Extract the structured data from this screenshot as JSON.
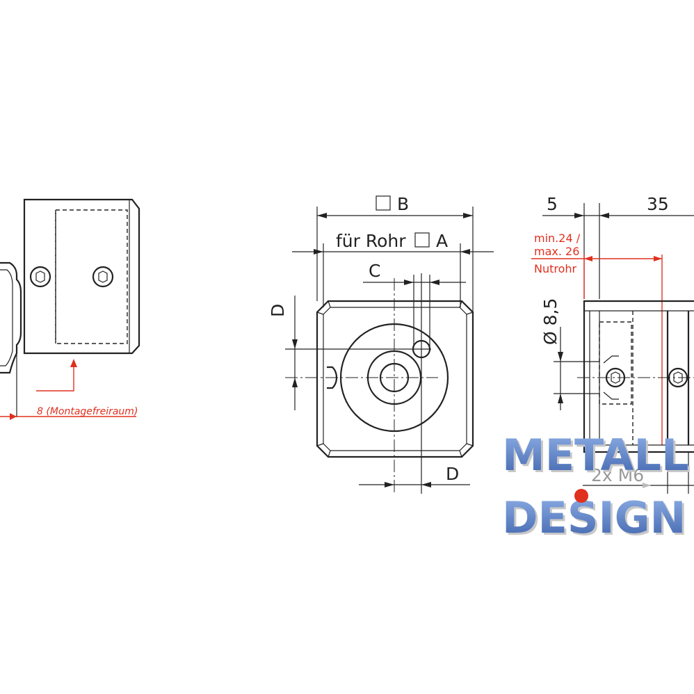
{
  "labels": {
    "dim_b": "B",
    "fuer_rohr": "für Rohr",
    "dim_a": "A",
    "dim_c": "C",
    "dim_d_left": "D",
    "dim_d_bottom": "D",
    "dim_5": "5",
    "dim_35": "35",
    "min_max_line1": "min.24 /",
    "min_max_line2": "max. 26",
    "nutrohr": "Nutrohr",
    "diameter": "Ø 8,5",
    "montage": "8 (Montagefreiraum)",
    "thread": "2x M6"
  },
  "logo": {
    "line1": "METALL",
    "line2_a": "DES",
    "line2_i": "I",
    "line2_b": "GN",
    "color": "#5b7fc4",
    "dot_color": "#e0301e"
  },
  "colors": {
    "line": "#222222",
    "accent": "#e0301e"
  }
}
